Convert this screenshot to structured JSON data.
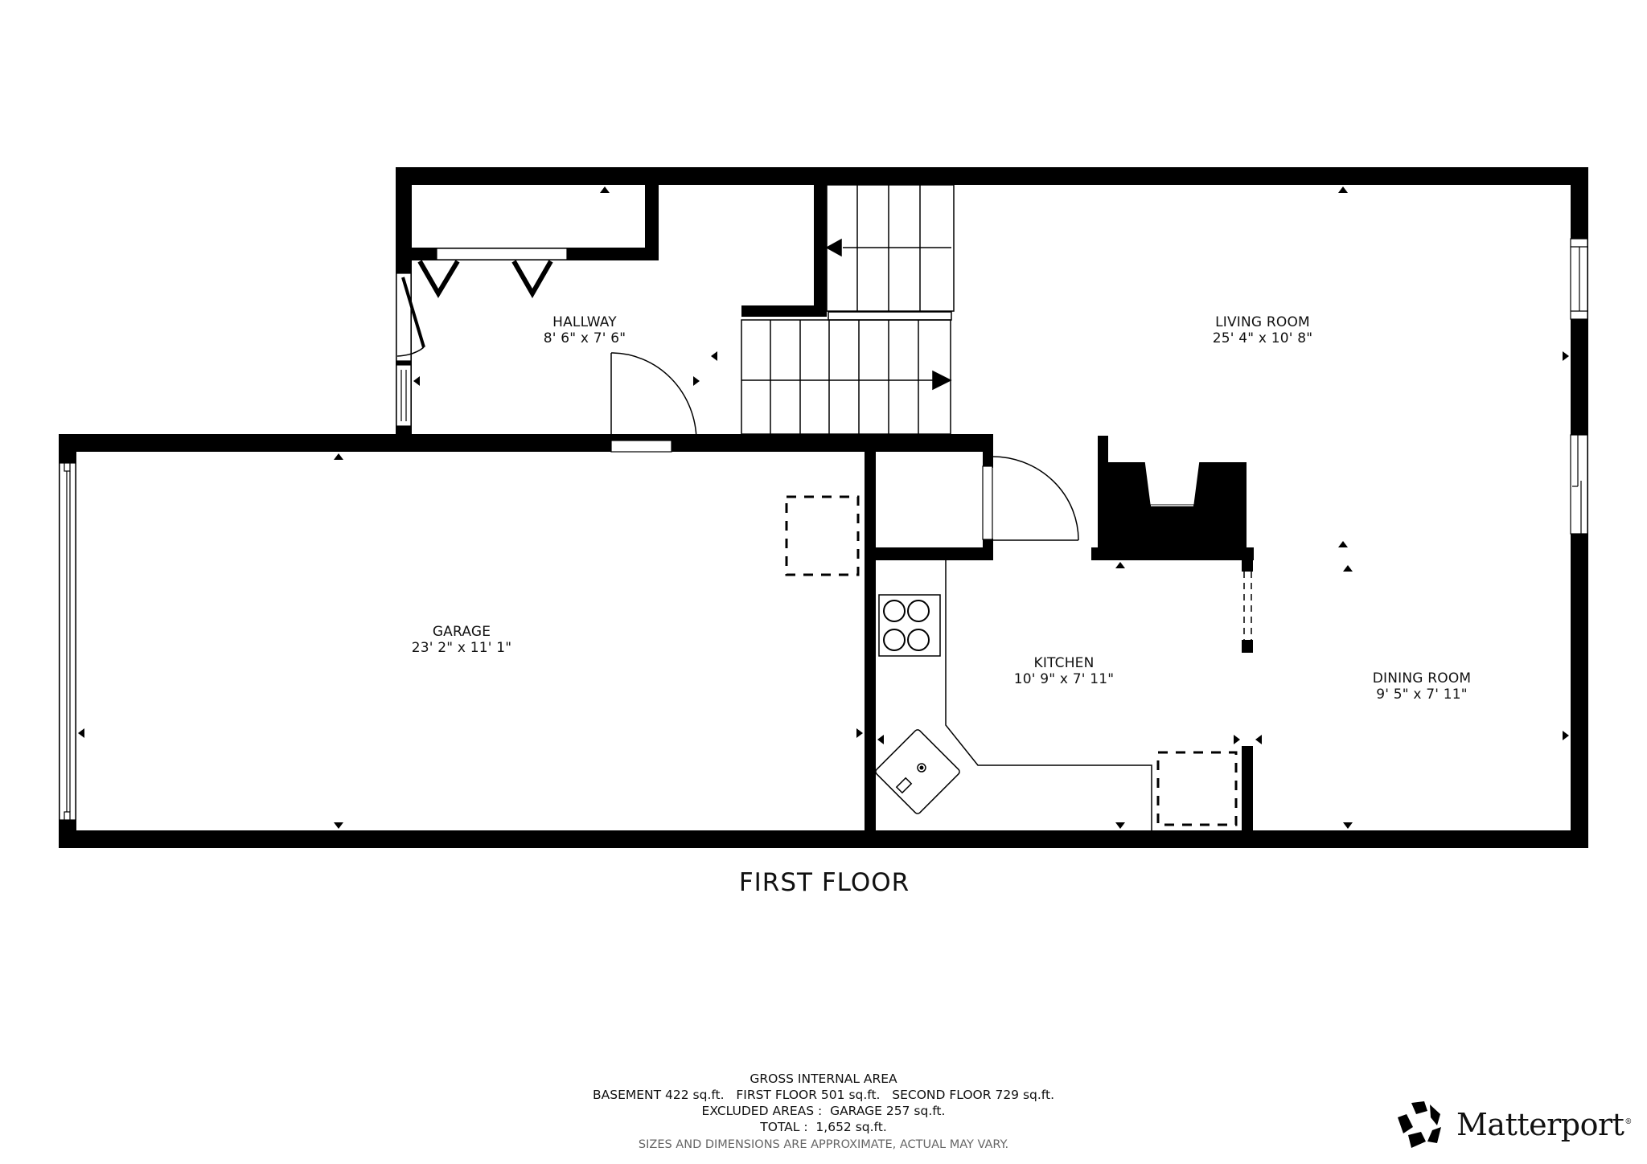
{
  "floor_title": "FIRST FLOOR",
  "rooms": [
    {
      "name": "HALLWAY",
      "dims": "8' 6\" x 7' 6\""
    },
    {
      "name": "LIVING ROOM",
      "dims": "25' 4\" x 10' 8\""
    },
    {
      "name": "GARAGE",
      "dims": "23' 2\" x 11' 1\""
    },
    {
      "name": "KITCHEN",
      "dims": "10' 9\" x 7' 11\""
    },
    {
      "name": "DINING ROOM",
      "dims": "9' 5\" x 7' 11\""
    }
  ],
  "area_summary": {
    "heading": "GROSS INTERNAL AREA",
    "floors_line": "BASEMENT 422 sq.ft.   FIRST FLOOR 501 sq.ft.   SECOND FLOOR 729 sq.ft.",
    "excluded_line": "EXCLUDED AREAS :  GARAGE 257 sq.ft.",
    "total_line": "TOTAL :  1,652 sq.ft.",
    "disclaimer": "SIZES AND DIMENSIONS ARE APPROXIMATE, ACTUAL MAY VARY."
  },
  "brand": {
    "name": "Matterport",
    "registered_mark": "®",
    "icon": "matterport-logo-icon"
  },
  "colors": {
    "wall": "#000000",
    "background": "#ffffff",
    "text": "#111111",
    "disclaimer": "#666666"
  }
}
